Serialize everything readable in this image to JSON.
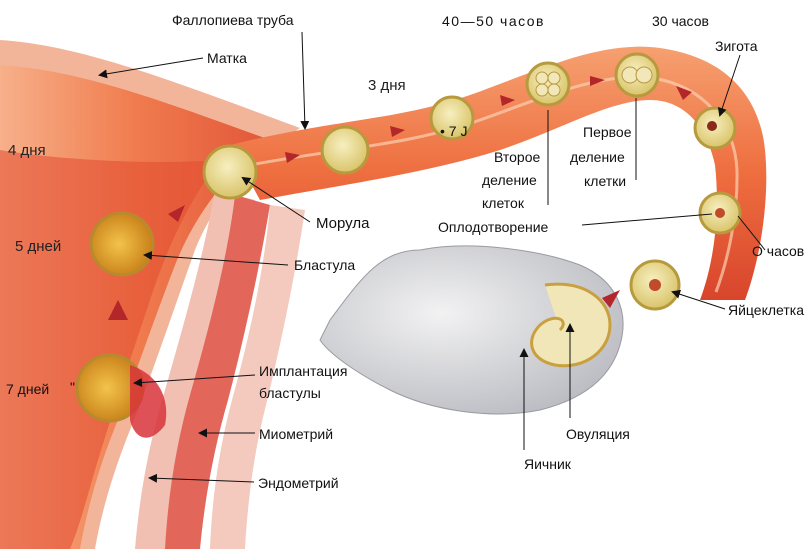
{
  "labels": {
    "fallopian_tube": "Фаллопиева труба",
    "uterus": "Матка",
    "hours_40_50": "40—50 часов",
    "hours_30": "30 часов",
    "zygote": "Зигота",
    "days_3": "3 дня",
    "marker_7j": "• 7 J",
    "first_division_1": "Первое",
    "first_division_2": "деление",
    "first_division_3": "клетки",
    "second_division_1": "Второе",
    "second_division_2": "деление",
    "second_division_3": "клеток",
    "days_4": "4 дня",
    "morula": "Морула",
    "fertilization": "Оплодотворение",
    "hours_0": "О часов",
    "days_5": "5 дней",
    "blastula": "Бластула",
    "egg_cell": "Яйцеклетка",
    "implantation_1": "Имплантация",
    "implantation_2": "бластулы",
    "days_7": "7 дней",
    "quote_mark": "\"",
    "myometrium": "Миометрий",
    "ovulation": "Овуляция",
    "ovary": "Яичник",
    "endometrium": "Эндометрий"
  },
  "colors": {
    "tube_outer": "#d94a2e",
    "tube_inner": "#f28a55",
    "uterus_wall": "#e8574a",
    "endometrium": "#f3b3a6",
    "cell_fill": "#e9dc93",
    "cell_ring": "#b89a3e",
    "arrow": "#b3262a",
    "ovary": "#d7d7d9"
  }
}
